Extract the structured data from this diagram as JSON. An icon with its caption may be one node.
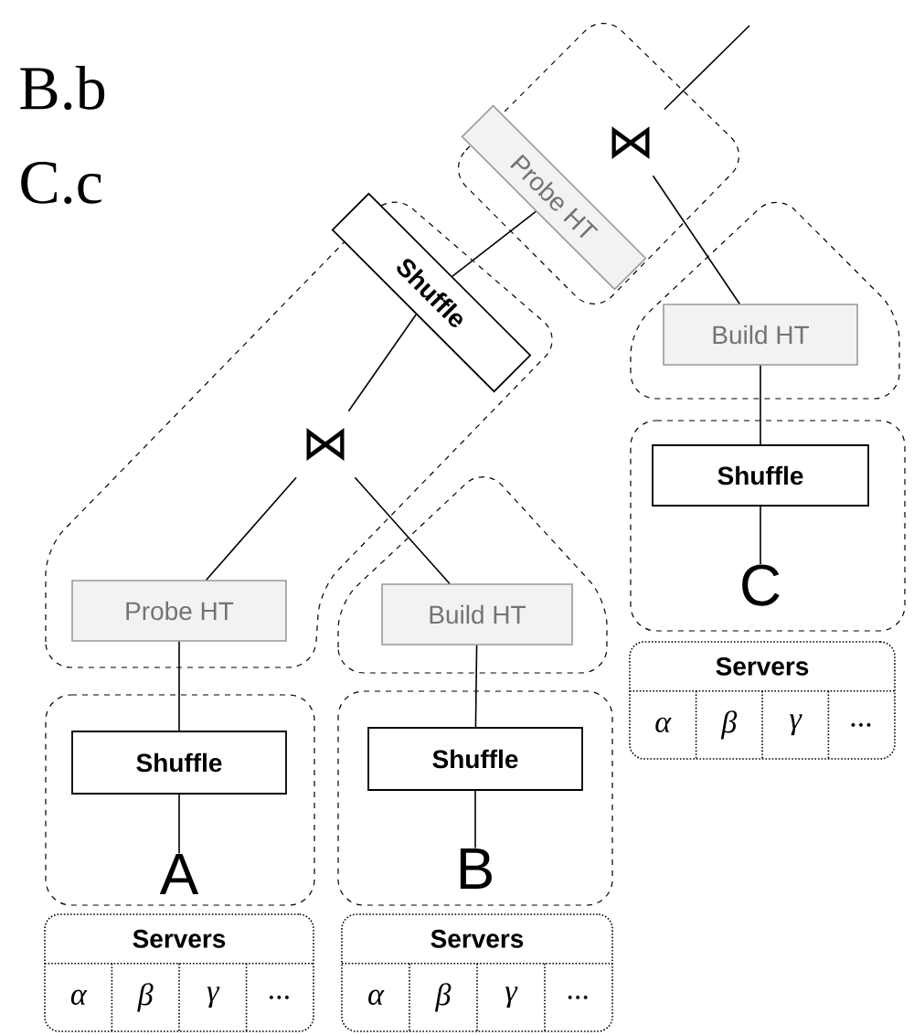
{
  "diagram": {
    "nodes": [
      {
        "text": [
          "⋈"
        ]
      },
      {
        "text": [
          "Probe HT"
        ]
      },
      {
        "text": [
          "Build HT"
        ]
      },
      {
        "text": [
          "Shuffle"
        ]
      },
      {
        "text": [
          "C"
        ]
      },
      {
        "text": [
          "Shuffle"
        ]
      },
      {
        "text": [
          "⋈"
        ]
      },
      {
        "text": [
          "Probe HT"
        ]
      },
      {
        "text": [
          "Build HT"
        ]
      },
      {
        "text": [
          "Shuffle"
        ]
      },
      {
        "text": [
          "A"
        ]
      },
      {
        "text": [
          "Shuffle"
        ]
      },
      {
        "text": [
          "B"
        ]
      },
      {
        "text": [
          "Servers",
          "α",
          "β",
          "γ",
          "..."
        ]
      },
      {
        "text": [
          "Servers",
          "α",
          "β",
          "γ",
          "..."
        ]
      },
      {
        "text": [
          "Servers",
          "α",
          "β",
          "γ",
          "..."
        ]
      }
    ],
    "edges": [
      {
        "from": 0,
        "to": null,
        "arrow": "none"
      },
      {
        "from": 0,
        "to": 2,
        "arrow": "none"
      },
      {
        "from": 2,
        "to": 3,
        "arrow": "none"
      },
      {
        "from": 3,
        "to": 4,
        "arrow": "none"
      },
      {
        "from": 1,
        "to": 5,
        "arrow": "none"
      },
      {
        "from": 5,
        "to": 6,
        "arrow": "none"
      },
      {
        "from": 6,
        "to": 7,
        "arrow": "none"
      },
      {
        "from": 6,
        "to": 8,
        "arrow": "none"
      },
      {
        "from": 7,
        "to": 9,
        "arrow": "none"
      },
      {
        "from": 9,
        "to": 10,
        "arrow": "none"
      },
      {
        "from": 8,
        "to": 11,
        "arrow": "none"
      },
      {
        "from": 11,
        "to": 12,
        "arrow": "none"
      }
    ],
    "labels": [
      "B.b",
      "C.c"
    ]
  }
}
